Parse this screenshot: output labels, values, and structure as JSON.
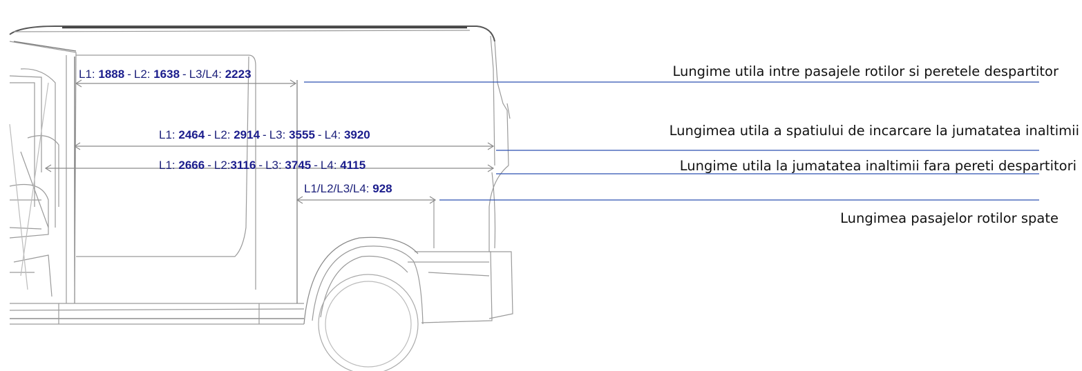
{
  "dimensions": [
    {
      "id": "partition",
      "items": [
        {
          "prefix": "L1: ",
          "value": "1888"
        },
        {
          "prefix": "L2: ",
          "value": "1638"
        },
        {
          "prefix": "L3/L4: ",
          "value": "2223"
        }
      ],
      "separator": "-"
    },
    {
      "id": "mid-height",
      "items": [
        {
          "prefix": "L1: ",
          "value": "2464"
        },
        {
          "prefix": "L2: ",
          "value": "2914"
        },
        {
          "prefix": "L3: ",
          "value": "3555"
        },
        {
          "prefix": "L4: ",
          "value": "3920"
        }
      ],
      "separator": "-"
    },
    {
      "id": "no-partition",
      "items": [
        {
          "prefix": "L1: ",
          "value": "2666"
        },
        {
          "prefix": "L2:",
          "value": "3116"
        },
        {
          "prefix": "L3: ",
          "value": "3745"
        },
        {
          "prefix": "L4: ",
          "value": "4115"
        }
      ],
      "separator": "-"
    },
    {
      "id": "wheel-arch",
      "items": [
        {
          "prefix": "L1/L2/L3/L4: ",
          "value": "928"
        }
      ],
      "separator": "-"
    }
  ],
  "captions": {
    "partition": "Lungime utila intre pasajele rotilor si peretele despartitor",
    "mid_height": "Lungimea utila a spatiului de incarcare la jumatatea inaltimii",
    "no_partition": "Lungime utila la jumatatea inaltimii fara pereti despartitori",
    "wheel_arch": "Lungimea pasajelor rotilor spate"
  },
  "colors": {
    "leader_line": "#2b4fb0",
    "dimension_text": "#1b1f7a",
    "drawing_line": "#9a9a9a",
    "caption_text": "#111111"
  }
}
